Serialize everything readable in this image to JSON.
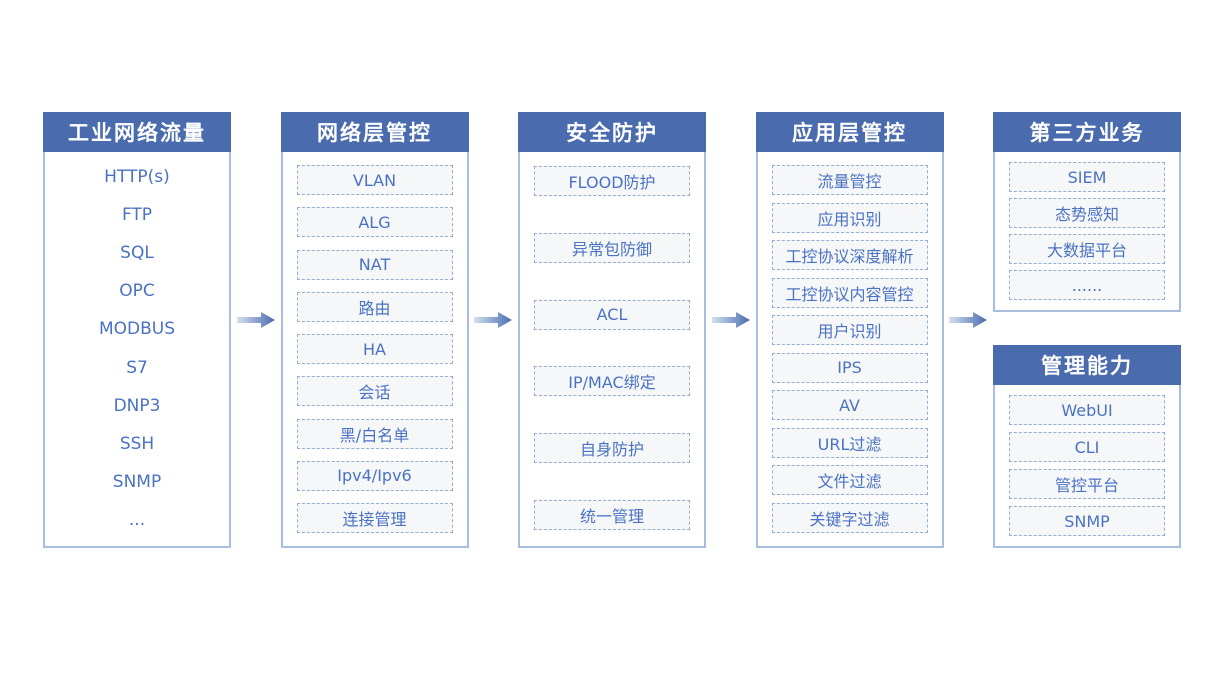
{
  "colors": {
    "header_bg": "#4a6cae",
    "header_text": "#ffffff",
    "item_text": "#4a72c4",
    "item_bg": "#f6f7f9",
    "item_dashed_border": "#93acd8",
    "column_border": "#a9bede",
    "arrow_gradient_start": "#d4dff0",
    "arrow_gradient_end": "#4a6cae"
  },
  "columns": [
    {
      "title": "工业网络流量",
      "items": [
        "HTTP(s)",
        "FTP",
        "SQL",
        "OPC",
        "MODBUS",
        "S7",
        "DNP3",
        "SSH",
        "SNMP",
        "..."
      ]
    },
    {
      "title": "网络层管控",
      "items": [
        "VLAN",
        "ALG",
        "NAT",
        "路由",
        "HA",
        "会话",
        "黑/白名单",
        "Ipv4/Ipv6",
        "连接管理"
      ]
    },
    {
      "title": "安全防护",
      "items": [
        "FLOOD防护",
        "异常包防御",
        "ACL",
        "IP/MAC绑定",
        "自身防护",
        "统一管理"
      ]
    },
    {
      "title": "应用层管控",
      "items": [
        "流量管控",
        "应用识别",
        "工控协议深度解析",
        "工控协议内容管控",
        "用户识别",
        "IPS",
        "AV",
        "URL过滤",
        "文件过滤",
        "关键字过滤"
      ]
    },
    {
      "title": "第三方业务",
      "items": [
        "SIEM",
        "态势感知",
        "大数据平台",
        "......"
      ]
    },
    {
      "title": "管理能力",
      "items": [
        "WebUI",
        "CLI",
        "管控平台",
        "SNMP"
      ]
    }
  ]
}
